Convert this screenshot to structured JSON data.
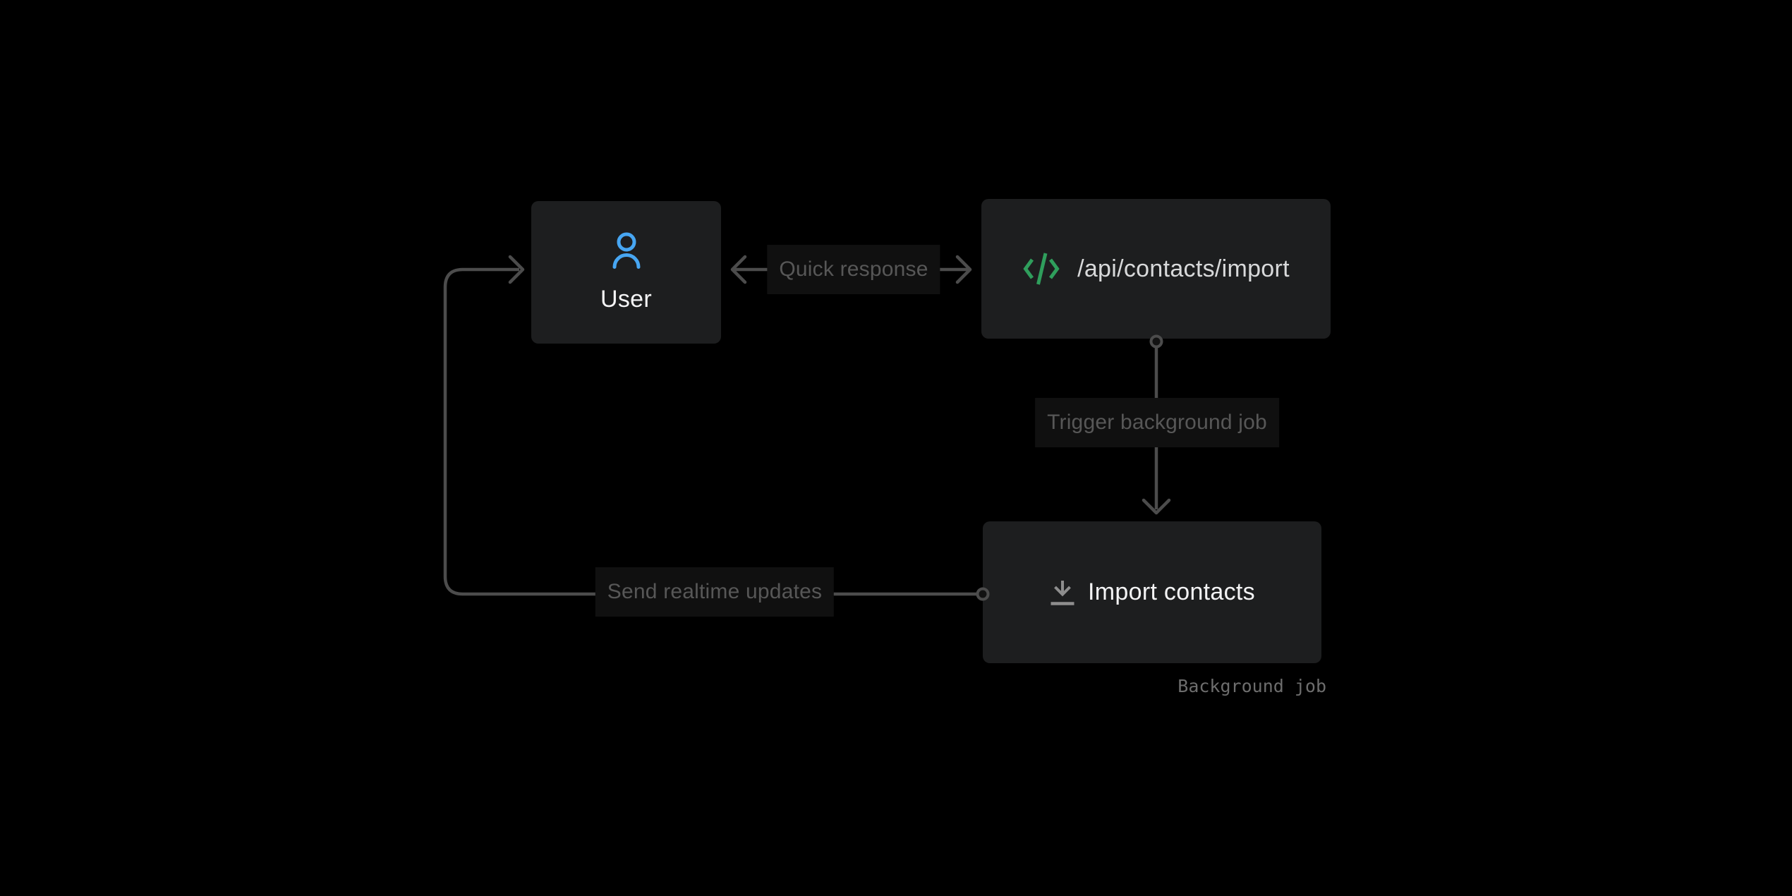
{
  "diagram": {
    "nodes": {
      "user": {
        "label": "User",
        "icon": "user-icon",
        "icon_color": "#47a6f2"
      },
      "api_endpoint": {
        "label": "/api/contacts/import",
        "icon": "code-icon",
        "icon_color": "#2f9e5c"
      },
      "import_job": {
        "label": "Import contacts",
        "icon": "download-icon",
        "icon_color": "#8e8e8e",
        "caption": "Background job"
      }
    },
    "edges": {
      "quick_response": {
        "label": "Quick response",
        "between": [
          "api_endpoint",
          "user"
        ],
        "direction": "bidirectional"
      },
      "trigger_job": {
        "label": "Trigger background job",
        "between": [
          "api_endpoint",
          "import_job"
        ],
        "direction": "down"
      },
      "realtime_updates": {
        "label": "Send realtime updates",
        "between": [
          "import_job",
          "user"
        ],
        "direction": "left-up"
      }
    }
  },
  "theme": {
    "colors": {
      "bg": "#000000",
      "node-bg": "#1d1e1f",
      "label-bg": "#101010",
      "line": "#4c4c4c",
      "label-text": "#575757",
      "caption-text": "#6d6d6d",
      "node-text": "#f4f4f5",
      "api-text": "#d8d9da",
      "blue": "#47a6f2",
      "green": "#2f9e5c",
      "icon-gray": "#8e8e8e"
    }
  }
}
